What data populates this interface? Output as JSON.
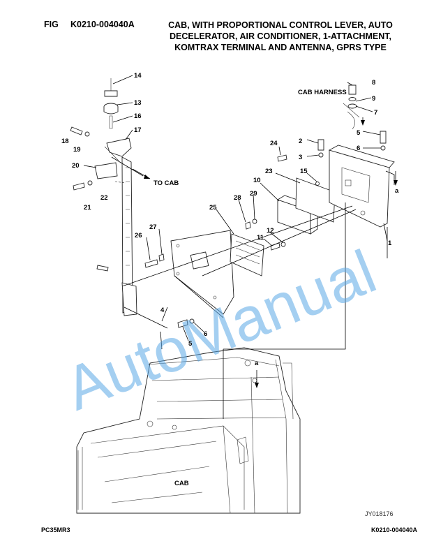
{
  "header": {
    "fig_label": "FIG",
    "fig_code": "K0210-004040A",
    "title_lines": [
      "CAB, WITH PROPORTIONAL CONTROL LEVER, AUTO",
      "DECELERATOR, AIR CONDITIONER, 1-ATTACHMENT,",
      "KOMTRAX TERMINAL AND ANTENNA, GPRS TYPE"
    ]
  },
  "labels": {
    "cab_harness": "CAB HARNESS",
    "to_cab": "TO CAB",
    "cab": "CAB",
    "ref_a_top": "a",
    "ref_a_bottom": "a"
  },
  "callouts": [
    "1",
    "2",
    "3",
    "4",
    "5",
    "5",
    "6",
    "6",
    "7",
    "8",
    "9",
    "10",
    "11",
    "12",
    "13",
    "14",
    "15",
    "16",
    "17",
    "18",
    "19",
    "20",
    "21",
    "22",
    "23",
    "24",
    "25",
    "26",
    "27",
    "28",
    "29"
  ],
  "watermark": "AutoManual",
  "image_id": "JY018176",
  "footer": {
    "model": "PC35MR3",
    "code": "K0210-004040A"
  }
}
